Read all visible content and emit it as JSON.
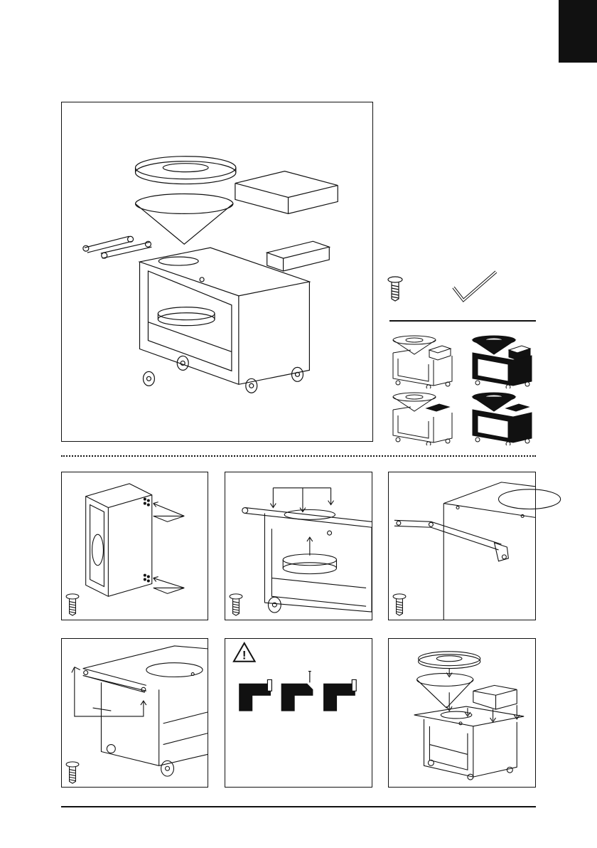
{
  "page": {
    "tab_marker_color": "#111111",
    "line_color": "#111111",
    "background": "#ffffff"
  },
  "overview": {
    "icons": [
      "exploded-assembly-diagram",
      "screw-icon",
      "hex-key-icon"
    ]
  },
  "variants": {
    "items": [
      "light-finish-model-with-box",
      "dark-finish-model-with-box",
      "light-finish-model-with-grill",
      "dark-finish-model-with-grill"
    ]
  },
  "steps": [
    {
      "icon": "screw-icon"
    },
    {
      "icon": "screw-icon"
    },
    {
      "icon": "screw-icon"
    },
    {
      "icon": "screw-icon"
    },
    {
      "icon": "warning-icon"
    },
    {
      "icon": "assembly-arrows"
    }
  ],
  "warning": {
    "symbol": "!"
  }
}
